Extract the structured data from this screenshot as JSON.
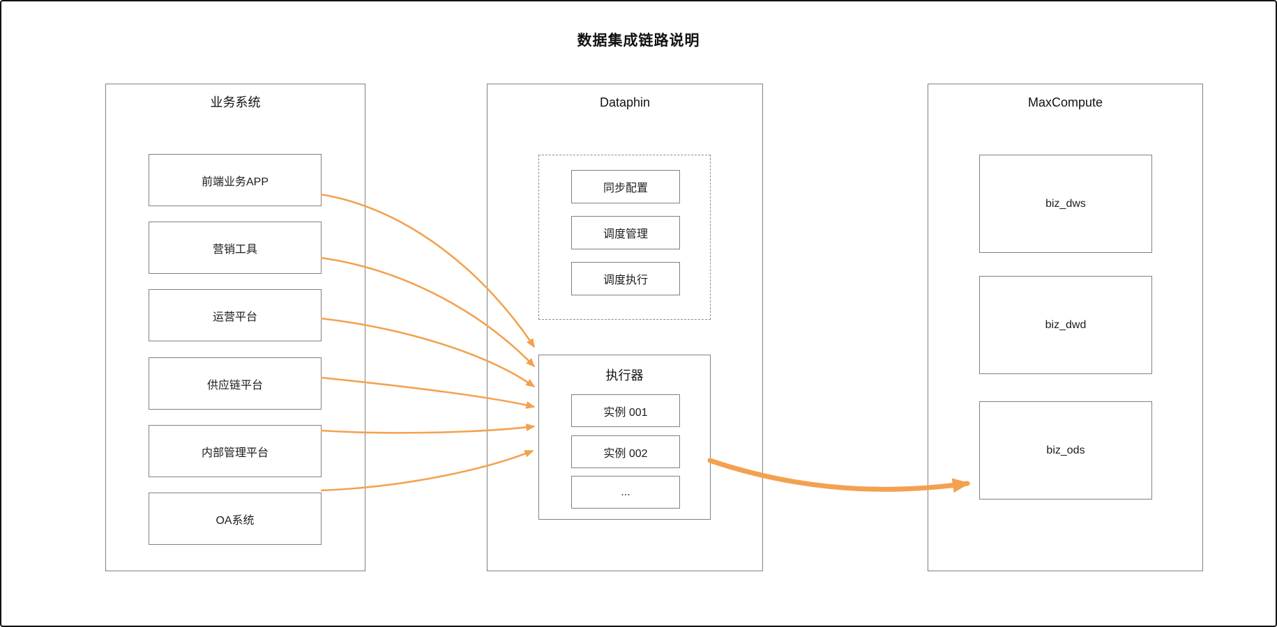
{
  "title": "数据集成链路说明",
  "colors": {
    "arrow_orange": "#F3A14F",
    "box_border_gray": "#808080",
    "text": "#1c1c1c",
    "frame_border": "#111111"
  },
  "sections": {
    "business": {
      "title": "业务系统",
      "items": [
        "前端业务APP",
        "营销工具",
        "运营平台",
        "供应链平台",
        "内部管理平台",
        "OA系统"
      ]
    },
    "dataphin": {
      "title": "Dataphin",
      "control_group": {
        "items": [
          "同步配置",
          "调度管理",
          "调度执行"
        ]
      },
      "executor": {
        "title": "执行器",
        "items": [
          "实例 001",
          "实例 002",
          "..."
        ]
      }
    },
    "maxcompute": {
      "title": "MaxCompute",
      "items": [
        "biz_dws",
        "biz_dwd",
        "biz_ods"
      ]
    }
  },
  "connections": [
    {
      "from": "前端业务APP",
      "to": "执行器",
      "style": "thin"
    },
    {
      "from": "营销工具",
      "to": "执行器",
      "style": "thin"
    },
    {
      "from": "运营平台",
      "to": "执行器",
      "style": "thin"
    },
    {
      "from": "供应链平台",
      "to": "执行器",
      "style": "thin"
    },
    {
      "from": "内部管理平台",
      "to": "执行器",
      "style": "thin"
    },
    {
      "from": "OA系统",
      "to": "执行器",
      "style": "thin"
    },
    {
      "from": "执行器",
      "to": "biz_ods",
      "style": "thick"
    }
  ]
}
